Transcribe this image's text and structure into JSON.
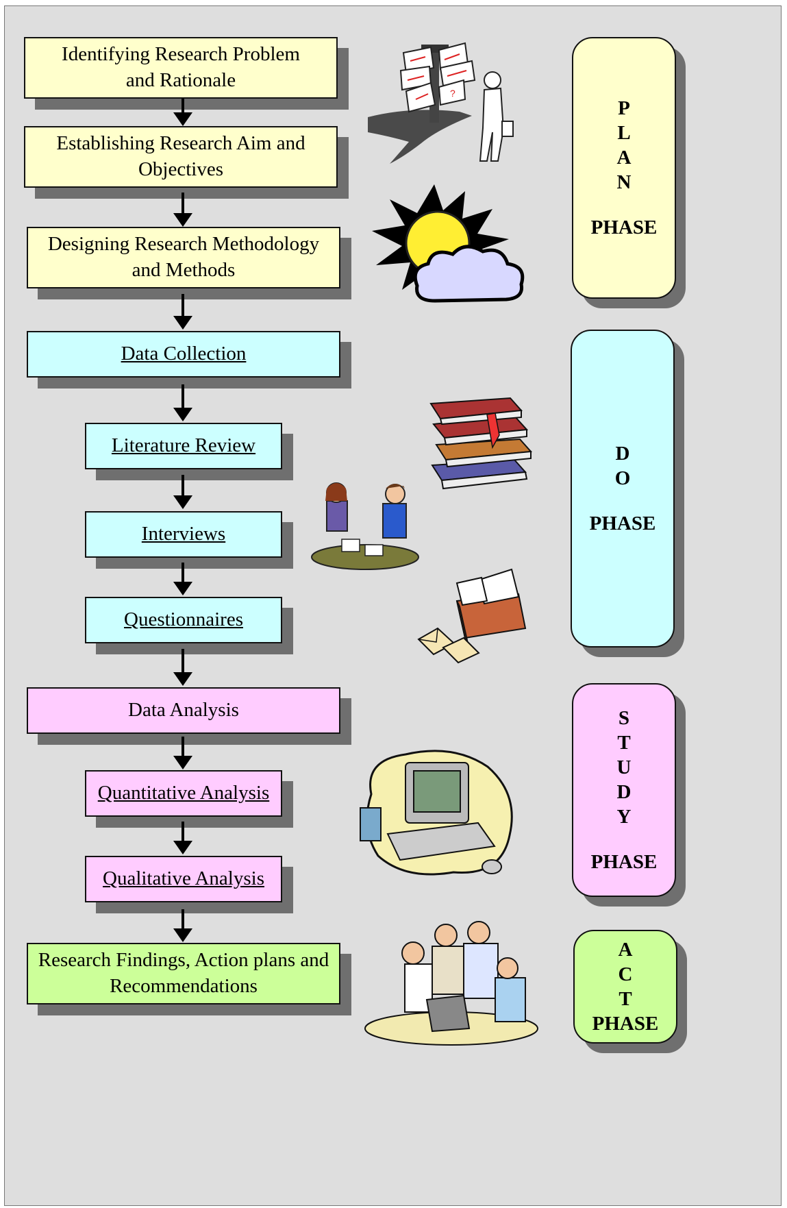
{
  "steps": {
    "identify": [
      "Identifying Research Problem",
      "and Rationale"
    ],
    "aims": [
      "Establishing Research Aim and",
      "Objectives"
    ],
    "design": [
      "Designing Research Methodology",
      "and Methods"
    ],
    "data_collection": "Data Collection",
    "literature_review": "Literature Review",
    "interviews": "Interviews",
    "questionnaires": "Questionnaires",
    "data_analysis": "Data Analysis",
    "quantitative": "Quantitative Analysis",
    "qualitative": "Qualitative Analysis",
    "findings": [
      "Research Findings, Action plans and",
      "Recommendations"
    ]
  },
  "phases": {
    "plan": {
      "letters": [
        "P",
        "L",
        "A",
        "N"
      ],
      "word": "PHASE"
    },
    "do": {
      "letters": [
        "D",
        "O"
      ],
      "word": "PHASE"
    },
    "study": {
      "letters": [
        "S",
        "T",
        "U",
        "D",
        "Y"
      ],
      "word": "PHASE"
    },
    "act": {
      "letters": [
        "A",
        "C",
        "T"
      ],
      "word": "PHASE"
    }
  },
  "illustrations": [
    "signpost-thinker-icon",
    "sun-cloud-icon",
    "books-icon",
    "interview-people-icon",
    "mailbox-envelopes-icon",
    "computer-icon",
    "team-meeting-icon"
  ],
  "colors": {
    "plan": "#ffffcc",
    "do": "#ccffff",
    "study": "#ffccff",
    "act": "#ccff99",
    "background": "#dedede",
    "shadow": "#6f6f6f"
  }
}
